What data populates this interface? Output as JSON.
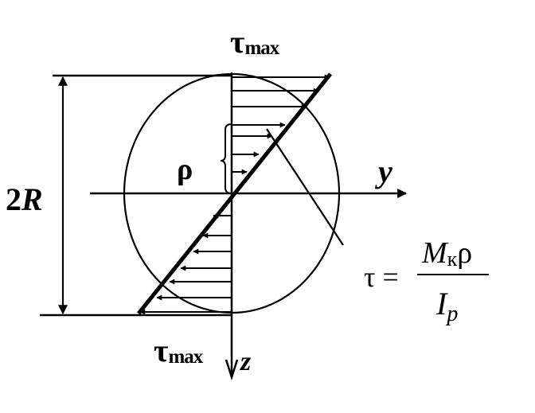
{
  "labels": {
    "tau_symbol": "τ",
    "tau_max_sub": "max",
    "diameter": "2R",
    "rho": "ρ",
    "axis_y": "y",
    "axis_z": "z"
  },
  "formula": {
    "lhs": "τ =",
    "numerator_main": "M",
    "numerator_sub": "к",
    "numerator_rho": "ρ",
    "denominator_main": "I",
    "denominator_sub": "p"
  },
  "colors": {
    "ink": "#000000",
    "background": "#ffffff"
  }
}
